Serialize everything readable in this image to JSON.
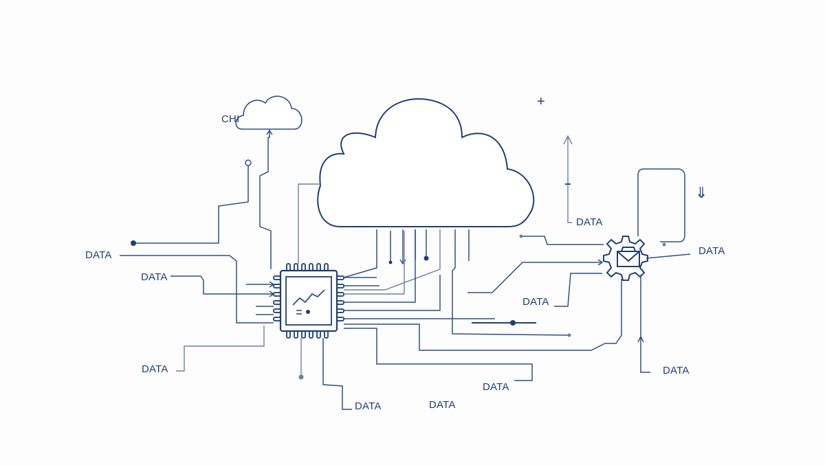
{
  "labels": {
    "chi": "CHI",
    "data_left_1": "DATA",
    "data_left_2": "DATA",
    "data_left_3": "DATA",
    "data_bottom_1": "DATA",
    "data_bottom_2": "DATA",
    "data_bottom_3": "DATA",
    "data_mid_right": "DATA",
    "data_top_right": "DATA",
    "data_gear_right": "DATA",
    "data_gear_bottom": "DATA"
  },
  "symbols": {
    "plus": "+",
    "down_arrow": "⇓"
  },
  "icons": [
    "cloud-icon",
    "chip-icon",
    "gear-icon",
    "envelope-icon",
    "chart-icon"
  ],
  "colors": {
    "line": "#2f4f86",
    "line_light": "#6b7fa2",
    "outline": "#1f3f73",
    "background": "#fdfdfd"
  }
}
